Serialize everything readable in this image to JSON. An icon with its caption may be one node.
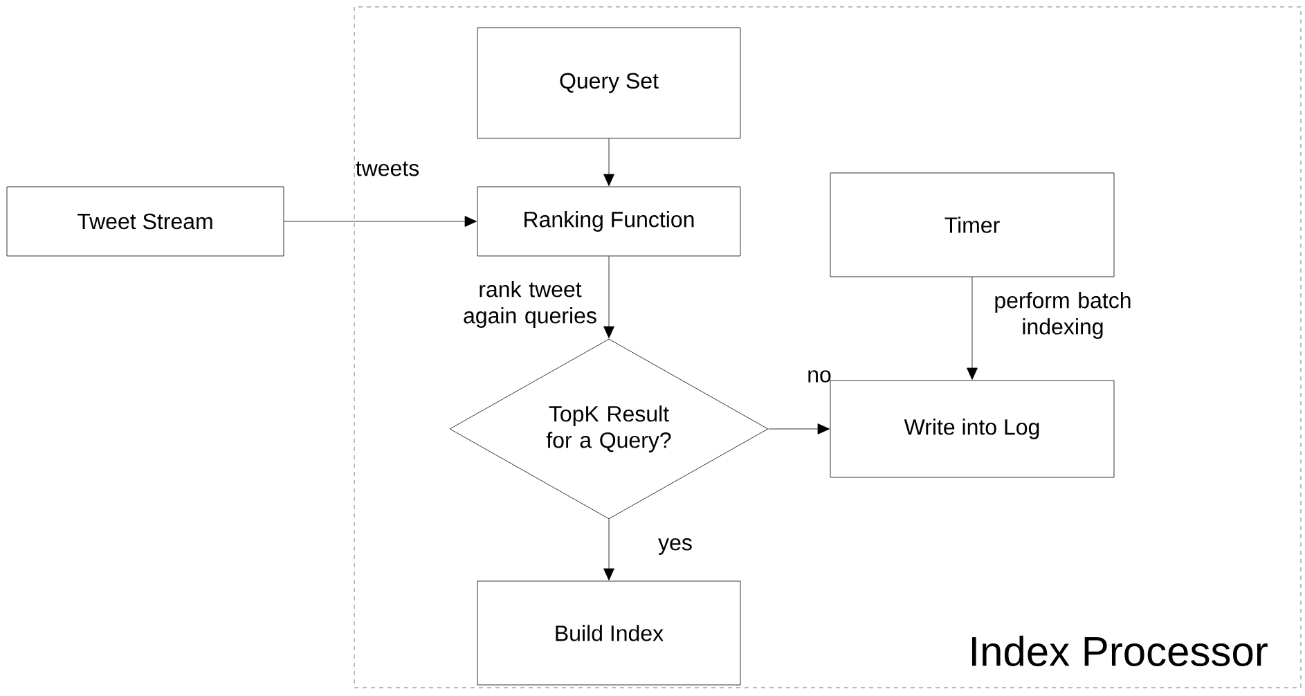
{
  "diagram": {
    "nodes": [
      {
        "text": [
          "Index Processor"
        ]
      },
      {
        "text": [
          "Query Set"
        ],
        "in": 0
      },
      {
        "text": [
          "Tweet Stream"
        ]
      },
      {
        "text": [
          "Ranking Function"
        ],
        "in": 0
      },
      {
        "text": [
          "TopK Result for a Query?"
        ],
        "in": 0
      },
      {
        "text": [
          "Timer"
        ],
        "in": 0
      },
      {
        "text": [
          "Write into Log"
        ],
        "in": 0
      },
      {
        "text": [
          "Build Index"
        ],
        "in": 0
      }
    ],
    "edges": [
      {
        "from": 1,
        "to": 3,
        "arrow": "to"
      },
      {
        "from": 2,
        "to": 3,
        "arrow": "to",
        "label": "tweets"
      },
      {
        "from": 3,
        "to": 4,
        "arrow": "to",
        "label": "rank tweet again queries"
      },
      {
        "from": 4,
        "to": 6,
        "arrow": "to",
        "label": "no"
      },
      {
        "from": 5,
        "to": 6,
        "arrow": "to",
        "label": "perform batch indexing"
      },
      {
        "from": 4,
        "to": 7,
        "arrow": "to",
        "label": "yes"
      }
    ]
  }
}
